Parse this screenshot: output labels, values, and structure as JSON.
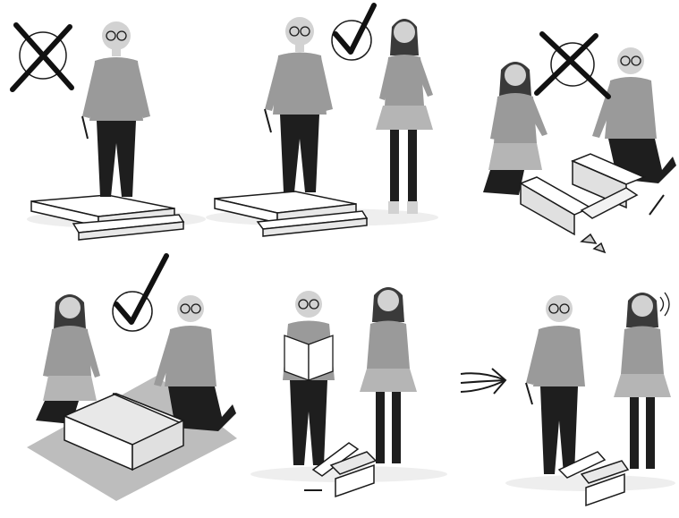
{
  "illustration": {
    "panels": [
      {
        "mark": "cross-icon",
        "people": [
          "man"
        ],
        "scene": "planks-on-floor"
      },
      {
        "mark": "check-icon",
        "people": [
          "man",
          "woman"
        ],
        "scene": "planks-on-floor"
      },
      {
        "mark": "cross-icon",
        "people": [
          "woman",
          "man"
        ],
        "scene": "broken-box"
      },
      {
        "mark": "check-icon",
        "people": [
          "woman",
          "man"
        ],
        "scene": "box-on-rug"
      },
      {
        "mark": "none",
        "people": [
          "man-reading-instructions",
          "woman"
        ],
        "scene": "loose-planks"
      },
      {
        "mark": "none",
        "people": [
          "man",
          "woman-on-phone"
        ],
        "scene": "loose-planks"
      }
    ],
    "arrow": "arrow-icon",
    "colors": {
      "body_gray": "#9a9a9a",
      "skin_gray": "#d2d2d2",
      "hair_dark": "#3a3a3a",
      "trousers": "#1e1e1e",
      "plank_fill": "#ffffff",
      "outline": "#1a1a1a",
      "floor_shadow": "#e6e6e6",
      "rug": "#bdbdbd"
    }
  }
}
